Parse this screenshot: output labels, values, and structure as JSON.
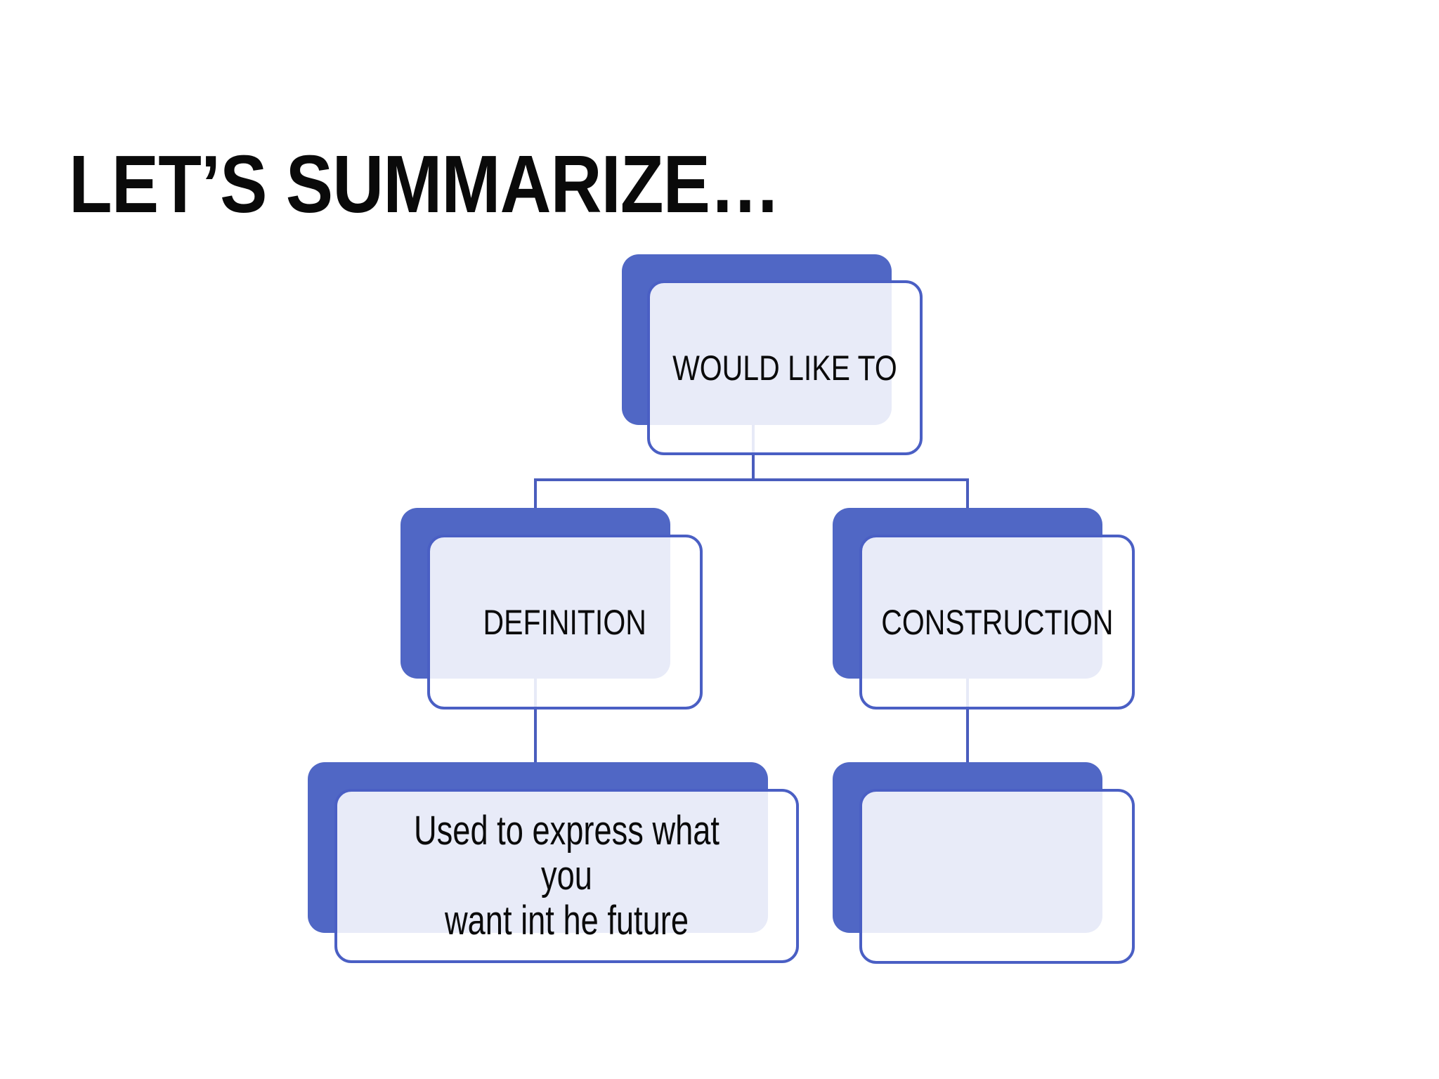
{
  "slide": {
    "title": "LET’S SUMMARIZE…",
    "background_color": "#ffffff",
    "title_color": "#0a0a0a"
  },
  "diagram": {
    "type": "hierarchy",
    "colors": {
      "shape_back_fill": "#5067c5",
      "shape_front_border": "#4a5fc4",
      "shape_front_fill": "rgba(255,255,255,0.87)",
      "shape_overlap_tint": "#e8ebf7",
      "connector": "#4a5dbd",
      "label_text": "#0a0a0a"
    },
    "nodes": [
      {
        "id": "root",
        "label": "WOULD LIKE TO",
        "parent": null
      },
      {
        "id": "definition",
        "label": "DEFINITION",
        "parent": "root"
      },
      {
        "id": "construction",
        "label": "CONSTRUCTION",
        "parent": "root"
      },
      {
        "id": "definition-detail",
        "label": "Used to express what you\nwant int he future",
        "parent": "definition"
      },
      {
        "id": "construction-detail",
        "label": "",
        "parent": "construction"
      }
    ]
  }
}
